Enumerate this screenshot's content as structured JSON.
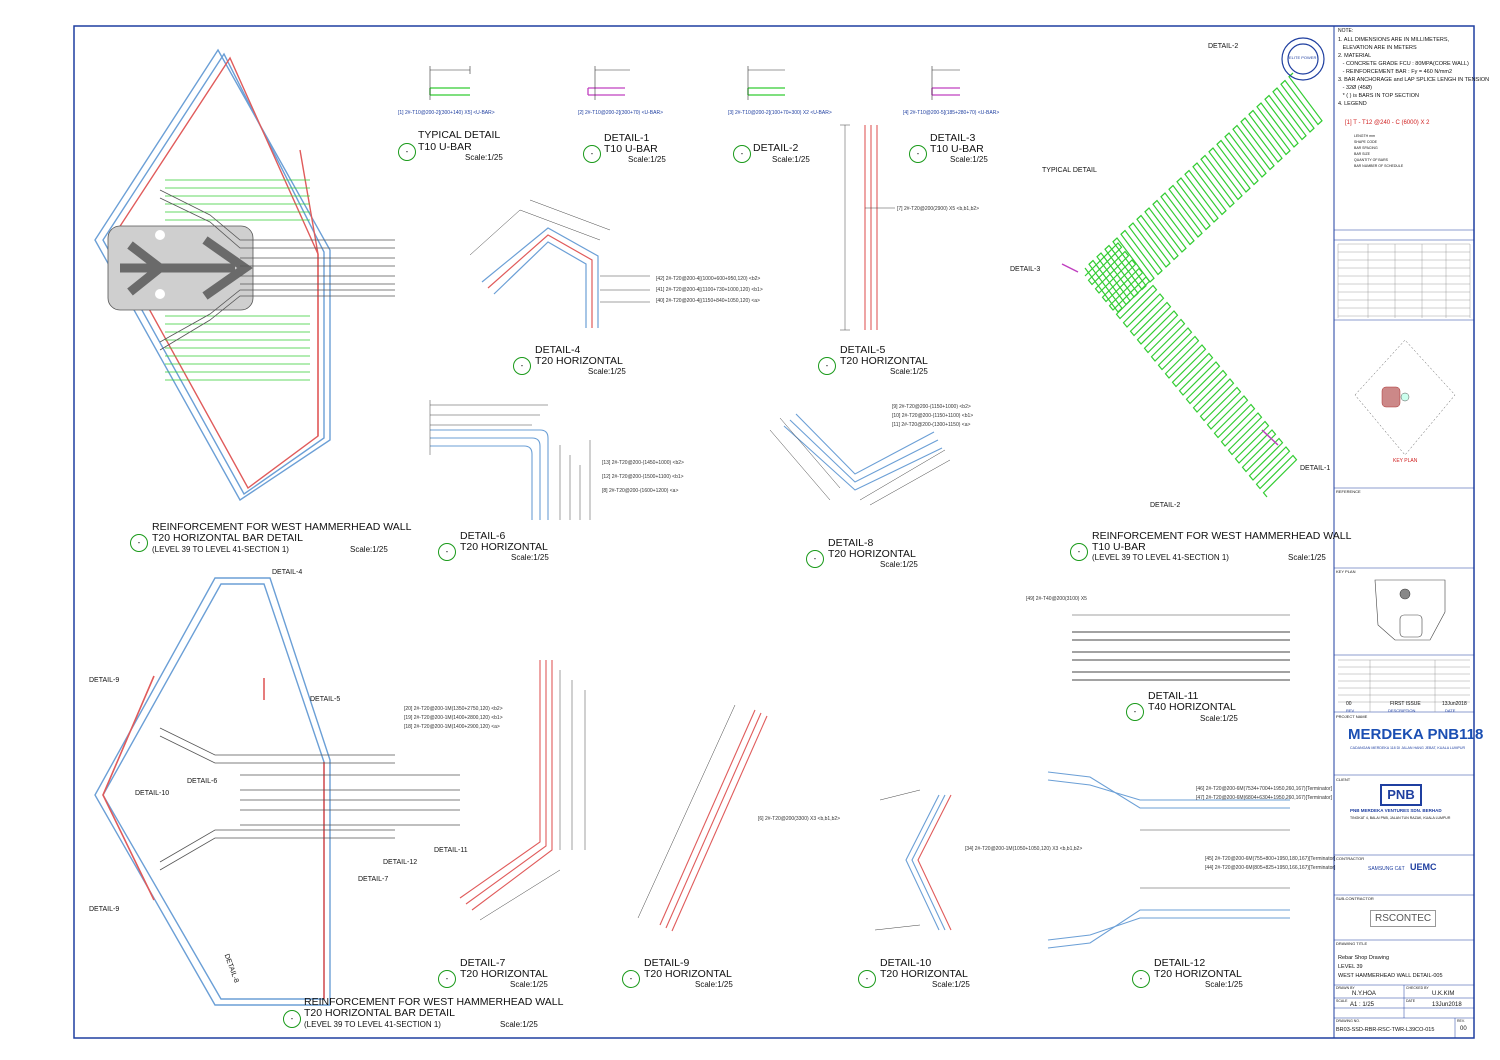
{
  "details_top": [
    {
      "title": "TYPICAL DETAIL",
      "sub": "T10 U-BAR",
      "scale": "Scale:1/25",
      "mark": "[1] 2#-T10@200-2[(300+140) X5] <U-BAR>"
    },
    {
      "title": "DETAIL-1",
      "sub": "T10 U-BAR",
      "scale": "Scale:1/25",
      "mark": "[2] 2#-T10@200-2[(300+70) <U-BAR>"
    },
    {
      "title": "DETAIL-2",
      "sub": "",
      "scale": "Scale:1/25",
      "mark": "[3] 2#-T10@200-2[(100+70+300) X2 <U-BAR>"
    },
    {
      "title": "DETAIL-3",
      "sub": "T10 U-BAR",
      "scale": "Scale:1/25",
      "mark": "[4] 2#-T10@200-5[(185+280+70) <U-BAR>"
    }
  ],
  "detail4": {
    "title": "DETAIL-4",
    "sub": "T20 HORIZONTAL",
    "scale": "Scale:1/25",
    "marks": [
      "[42] 2#-T20@200-4[(1000+600+950,120) <b2>",
      "[41] 2#-T20@200-4[(1100+730+1000,120) <b1>",
      "[40] 2#-T20@200-4[(1150+840+1050,120) <a>"
    ]
  },
  "detail5": {
    "title": "DETAIL-5",
    "sub": "T20 HORIZONTAL",
    "scale": "Scale:1/25",
    "mark": "[7] 2#-T20@200(2900) X5 <b,b1,b2>"
  },
  "detail6": {
    "title": "DETAIL-6",
    "sub": "T20 HORIZONTAL",
    "scale": "Scale:1/25",
    "marks": [
      "[13] 2#-T20@200-(1450+1000) <b2>",
      "[12] 2#-T20@200-(1500+1100) <b1>",
      "[8] 2#-T20@200-(1600+1200) <a>"
    ]
  },
  "detail8": {
    "title": "DETAIL-8",
    "sub": "T20 HORIZONTAL",
    "scale": "Scale:1/25",
    "marks": [
      "[9] 2#-T20@200-(1150+1000) <b2>",
      "[10] 2#-T20@200-(1150+1100) <b1>",
      "[11] 2#-T20@200-(1300+1150) <a>"
    ]
  },
  "rein_hbar_top": {
    "title": "REINFORCEMENT FOR WEST HAMMERHEAD WALL",
    "sub": "T20 HORIZONTAL BAR DETAIL",
    "range": "(LEVEL 39 TO LEVEL 41-SECTION 1)",
    "scale": "Scale:1/25"
  },
  "rein_ubar": {
    "title": "REINFORCEMENT FOR WEST HAMMERHEAD WALL",
    "sub": "T10 U-BAR",
    "range": "(LEVEL 39 TO LEVEL 41-SECTION 1)",
    "scale": "Scale:1/25",
    "labels": {
      "d2": "DETAIL-2",
      "typ": "TYPICAL DETAIL",
      "d3": "DETAIL-3",
      "d1": "DETAIL-1"
    }
  },
  "detail11": {
    "title": "DETAIL-11",
    "sub": "T40 HORIZONTAL",
    "scale": "Scale:1/25",
    "mark": "[49] 2#-T40@200(3100) X5"
  },
  "rein_hbar_bot": {
    "title": "REINFORCEMENT FOR WEST HAMMERHEAD WALL",
    "sub": "T20 HORIZONTAL BAR DETAIL",
    "range": "(LEVEL 39 TO LEVEL 41-SECTION 1)",
    "scale": "Scale:1/25",
    "labels": {
      "d4": "DETAIL-4",
      "d9a": "DETAIL-9",
      "d5": "DETAIL-5",
      "d10": "DETAIL-10",
      "d6": "DETAIL-6",
      "d11": "DETAIL-11",
      "d12": "DETAIL-12",
      "d7": "DETAIL-7",
      "d9b": "DETAIL-9",
      "d8": "DETAIL-8"
    }
  },
  "detail7": {
    "title": "DETAIL-7",
    "sub": "T20 HORIZONTAL",
    "scale": "Scale:1/25",
    "marks": [
      "[20] 2#-T20@200-1M(1350+2750,120) <b2>",
      "[19] 2#-T20@200-1M(1400+2800,120) <b1>",
      "[18] 2#-T20@200-1M(1400+2900,120) <a>"
    ]
  },
  "detail9": {
    "title": "DETAIL-9",
    "sub": "T20 HORIZONTAL",
    "scale": "Scale:1/25",
    "mark": "[6] 2#-T20@200(3300) X3 <b,b1,b2>"
  },
  "detail10": {
    "title": "DETAIL-10",
    "sub": "T20 HORIZONTAL",
    "scale": "Scale:1/25",
    "mark": "[34] 2#-T20@200-1M(1050+1050,120) X3 <b,b1,b2>"
  },
  "detail12": {
    "title": "DETAIL-12",
    "sub": "T20 HORIZONTAL",
    "scale": "Scale:1/25",
    "marks": [
      "[46] 2#-T20@200-6M(7534+7004+1950,260,167)[Terminator]",
      "[47] 2#-T20@200-6M(6804+6304+1950,260,167)[Terminator]",
      "[45] 2#-T20@200-6M(755+800+1950,180,167)[Terminator]",
      "[44] 2#-T20@200-6M(805+825+1950,166,167)[Terminator]"
    ]
  },
  "notes": {
    "head": "NOTE:",
    "lines": [
      "1. ALL DIMENSIONS ARE IN MILLIMETERS,",
      "   ELEVATION ARE IN METERS",
      "2. MATERIAL",
      "   - CONCRETE GRADE FCU : 80MPA(CORE WALL)",
      "   - REINFORCEMENT BAR : Fy = 460 N/mm2",
      "3. BAR ANCHORAGE and LAP SPLICE LENGH IN TENSION",
      "   - 32Ø (45Ø)",
      "   * ( ) is BARS IN TOP SECTION",
      "4. LEGEND"
    ],
    "legend": "[1]  T  -  T12  @240  - C  (6000)  X 2",
    "legend_parts": [
      "BAR NUMBER OF SCHEDULE",
      "QUANTITY OF BARS",
      "BAR SIZE",
      "BAR SPACING",
      "SHAPE CODE",
      "LENGTH mm"
    ]
  },
  "key_plan": "KEY PLAN",
  "key_plan_head": "KEY PLAN",
  "reference_head": "REFERENCE",
  "revision": {
    "no": "00",
    "desc": "FIRST ISSUE",
    "date": "13Jun2018",
    "h_rev": "REV",
    "h_desc": "DESCRIPTION",
    "h_date": "DATE"
  },
  "project": {
    "head": "PROJECT NAME",
    "name": "MERDEKA PNB118",
    "desc": "CADANGAN MERDEKA 118 DI JALAN HANG JEBAT, KUALA LUMPUR"
  },
  "client": {
    "head": "CLIENT",
    "logo": "PNB",
    "name": "PNB MERDEKA VENTURES SDN. BERHAD",
    "addr": "TINGKAT 4, BALAI PNB, JALAN TUN RAZAK, KUALA LUMPUR"
  },
  "contractor_head": "CONTRACTOR",
  "contractor_logos": [
    "SAMSUNG C&T",
    "UEMC"
  ],
  "subcon_head": "SUB-CONTRACTOR",
  "subcon": "RSCONTEC",
  "drawing": {
    "head": "DRAWING TITLE",
    "t1": "Rebar Shop Drawing",
    "t2": "LEVEL 39",
    "t3": "WEST HAMMERHEAD WALL DETAIL-005",
    "drawn_h": "DRAWN BY",
    "drawn": "N.Y.HOA",
    "checked_h": "CHECKED BY",
    "checked": "U.K.KIM",
    "scale_h": "SCALE",
    "scale": "A1 : 1/25",
    "date_h": "DATE",
    "date": "13Jun2018",
    "no_h": "DRAWING NO.",
    "no": "BR03-SSD-RBR-RSC-TWR-L39CO-015",
    "rev_h": "REV.",
    "rev": "00"
  },
  "stamp": "ELITE POWER",
  "colors": {
    "blue": "#6b9fd6",
    "red": "#e05b5b",
    "green": "#33cc33",
    "frame": "#1f3fa0",
    "dim": "#444444"
  }
}
